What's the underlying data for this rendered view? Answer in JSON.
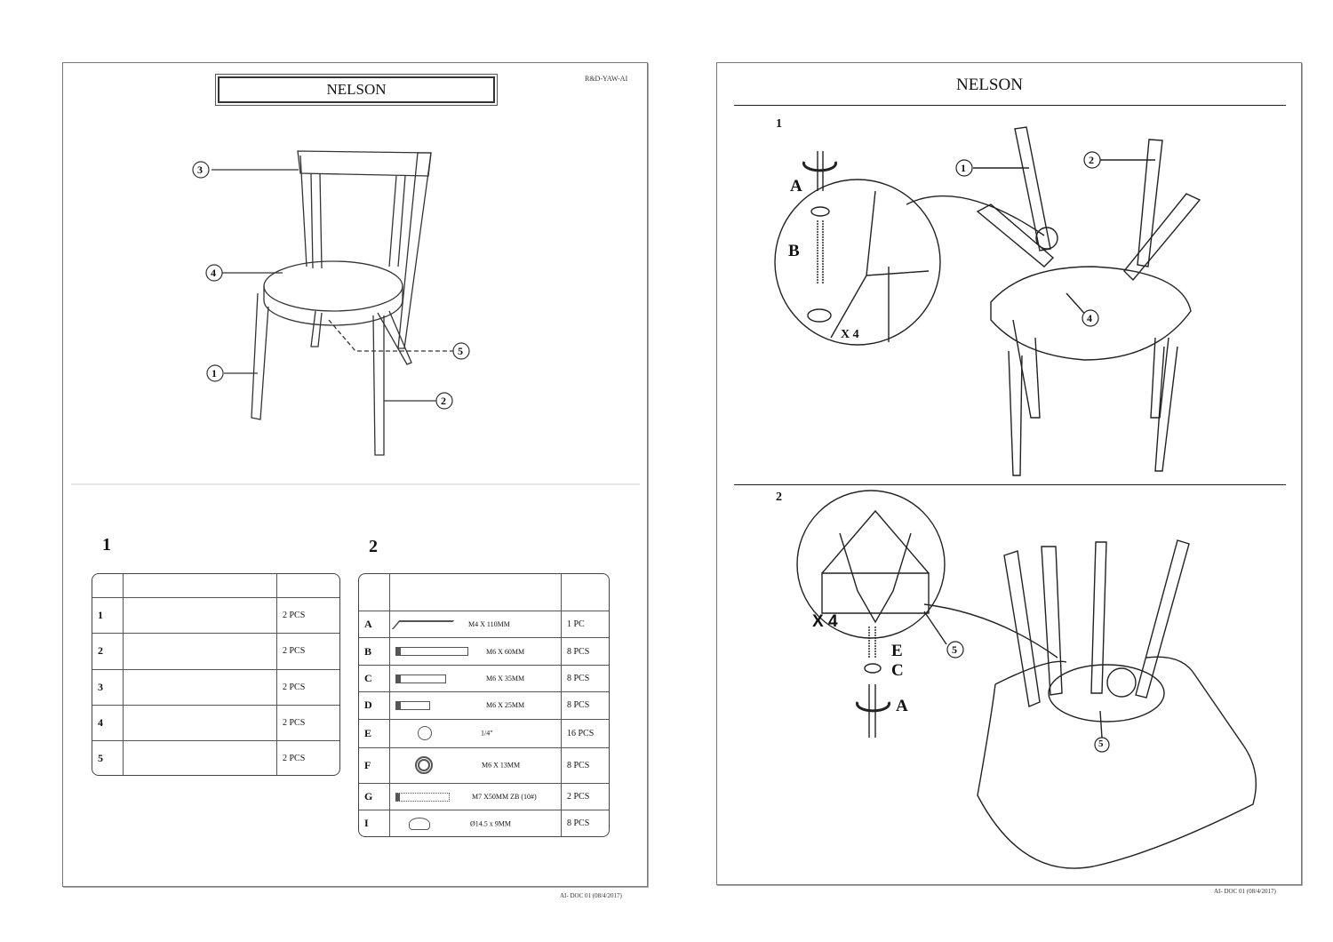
{
  "left_page": {
    "title": "NELSON",
    "code": "R&D-YAW-AI",
    "callouts": [
      "1",
      "2",
      "3",
      "4",
      "5"
    ],
    "step1_label": "1",
    "step2_label": "2",
    "parts_table": {
      "rows": [
        {
          "id": "1",
          "qty": "2 PCS"
        },
        {
          "id": "2",
          "qty": "2 PCS"
        },
        {
          "id": "3",
          "qty": "2 PCS"
        },
        {
          "id": "4",
          "qty": "2 PCS"
        },
        {
          "id": "5",
          "qty": "2 PCS"
        }
      ]
    },
    "hardware_table": {
      "rows": [
        {
          "id": "A",
          "icon": "allen-key",
          "spec": "M4 X 110MM",
          "qty": "1 PC"
        },
        {
          "id": "B",
          "icon": "long-bolt",
          "spec": "M6 X 60MM",
          "qty": "8 PCS"
        },
        {
          "id": "C",
          "icon": "medium-bolt",
          "spec": "M6 X 35MM",
          "qty": "8 PCS"
        },
        {
          "id": "D",
          "icon": "short-bolt",
          "spec": "M6 X 25MM",
          "qty": "8 PCS"
        },
        {
          "id": "E",
          "icon": "spring-washer",
          "spec": "1/4\"",
          "qty": "16 PCS"
        },
        {
          "id": "F",
          "icon": "flat-washer",
          "spec": "M6 X 13MM",
          "qty": "8 PCS"
        },
        {
          "id": "G",
          "icon": "screw",
          "spec": "M7 X50MM  ZB (10#)",
          "qty": "2 PCS"
        },
        {
          "id": "I",
          "icon": "cap",
          "spec": "Ø14.5 x 9MM",
          "qty": "8 PCS"
        }
      ]
    },
    "footer": "AI- DOC 01 (08/4/2017)"
  },
  "right_page": {
    "title": "NELSON",
    "step1": {
      "label": "1",
      "part_a": "A",
      "part_b": "B",
      "multiplier": "X 4",
      "callouts": [
        "1",
        "2",
        "4"
      ]
    },
    "step2": {
      "label": "2",
      "part_e": "E",
      "part_c": "C",
      "part_a": "A",
      "multiplier": "X 4",
      "callouts": [
        "5",
        "5"
      ]
    },
    "footer": "AI- DOC 01 (08/4/2017)"
  }
}
